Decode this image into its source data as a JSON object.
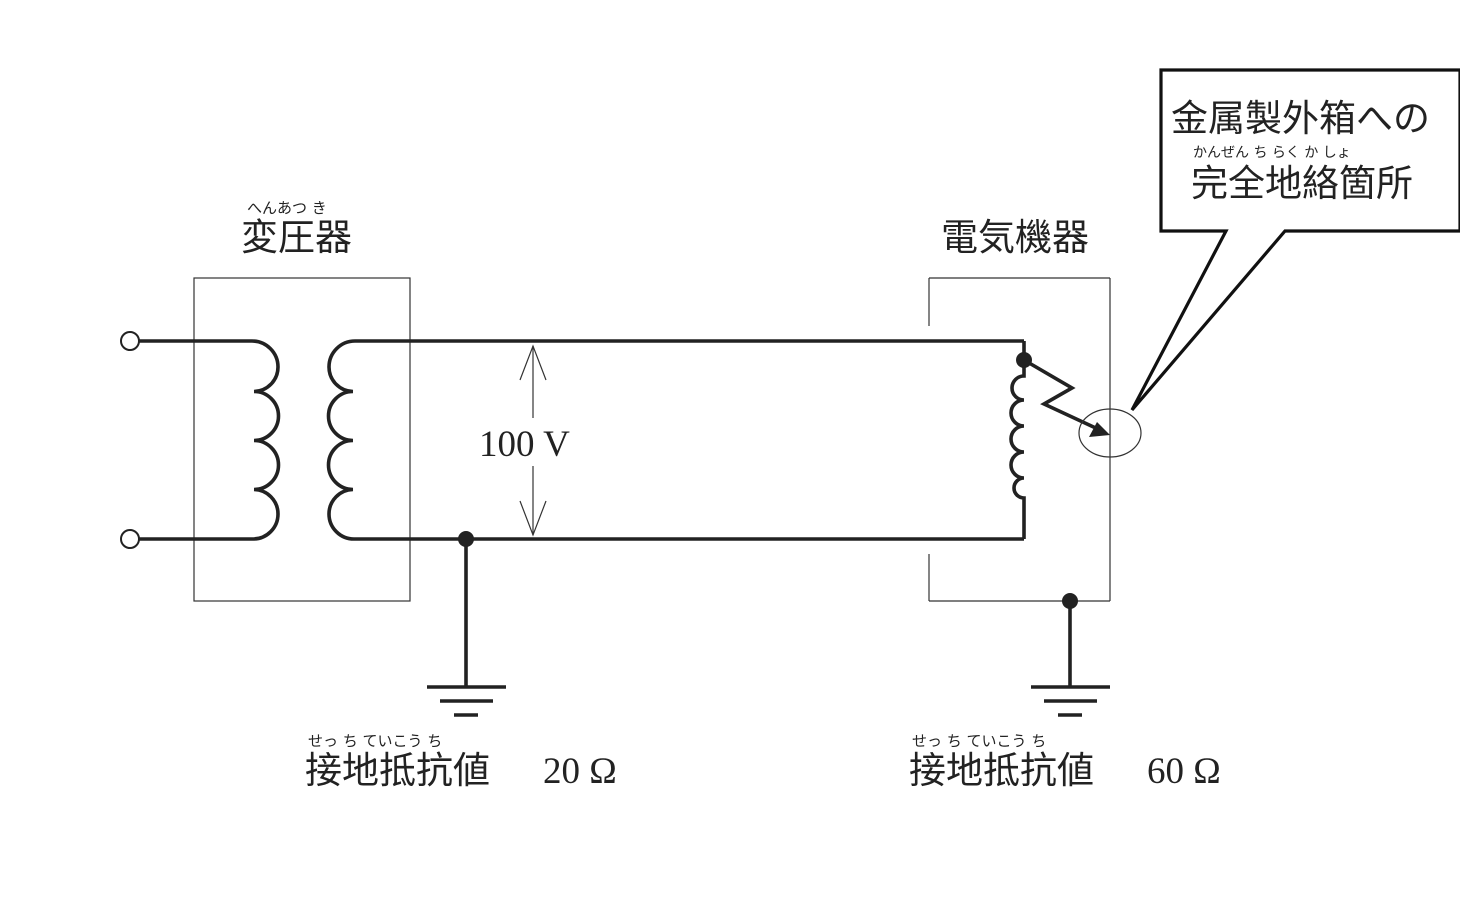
{
  "transformer": {
    "label": "変圧器",
    "ruby": "へんあつ き"
  },
  "equipment": {
    "label": "電気機器",
    "ruby": ""
  },
  "callout": {
    "line1": "金属製外箱への",
    "ruby": "かんぜん ち らく か しょ",
    "line2": "完全地絡箇所"
  },
  "voltage": {
    "label": "100 V"
  },
  "ground_left": {
    "label": "接地抵抗値",
    "ruby": "せっ ち ていこう ち",
    "value": "20 Ω"
  },
  "ground_right": {
    "label": "接地抵抗値",
    "ruby": "せっ ち ていこう ち",
    "value": "60 Ω"
  },
  "colors": {
    "line": "#222222",
    "background": "#ffffff"
  }
}
